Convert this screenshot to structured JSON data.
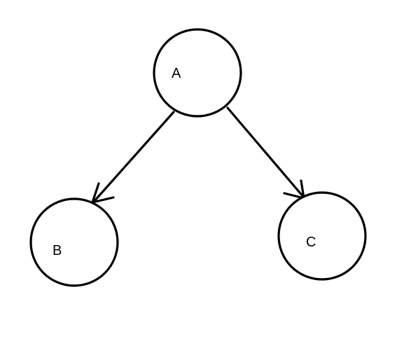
{
  "diagram": {
    "nodes": [
      {
        "id": "A",
        "label": "A"
      },
      {
        "id": "B",
        "label": "B"
      },
      {
        "id": "C",
        "label": "C"
      }
    ],
    "edges": [
      {
        "from": "A",
        "to": "B"
      },
      {
        "from": "A",
        "to": "C"
      }
    ],
    "colors": {
      "stroke": "#000000",
      "background": "#ffffff"
    }
  }
}
